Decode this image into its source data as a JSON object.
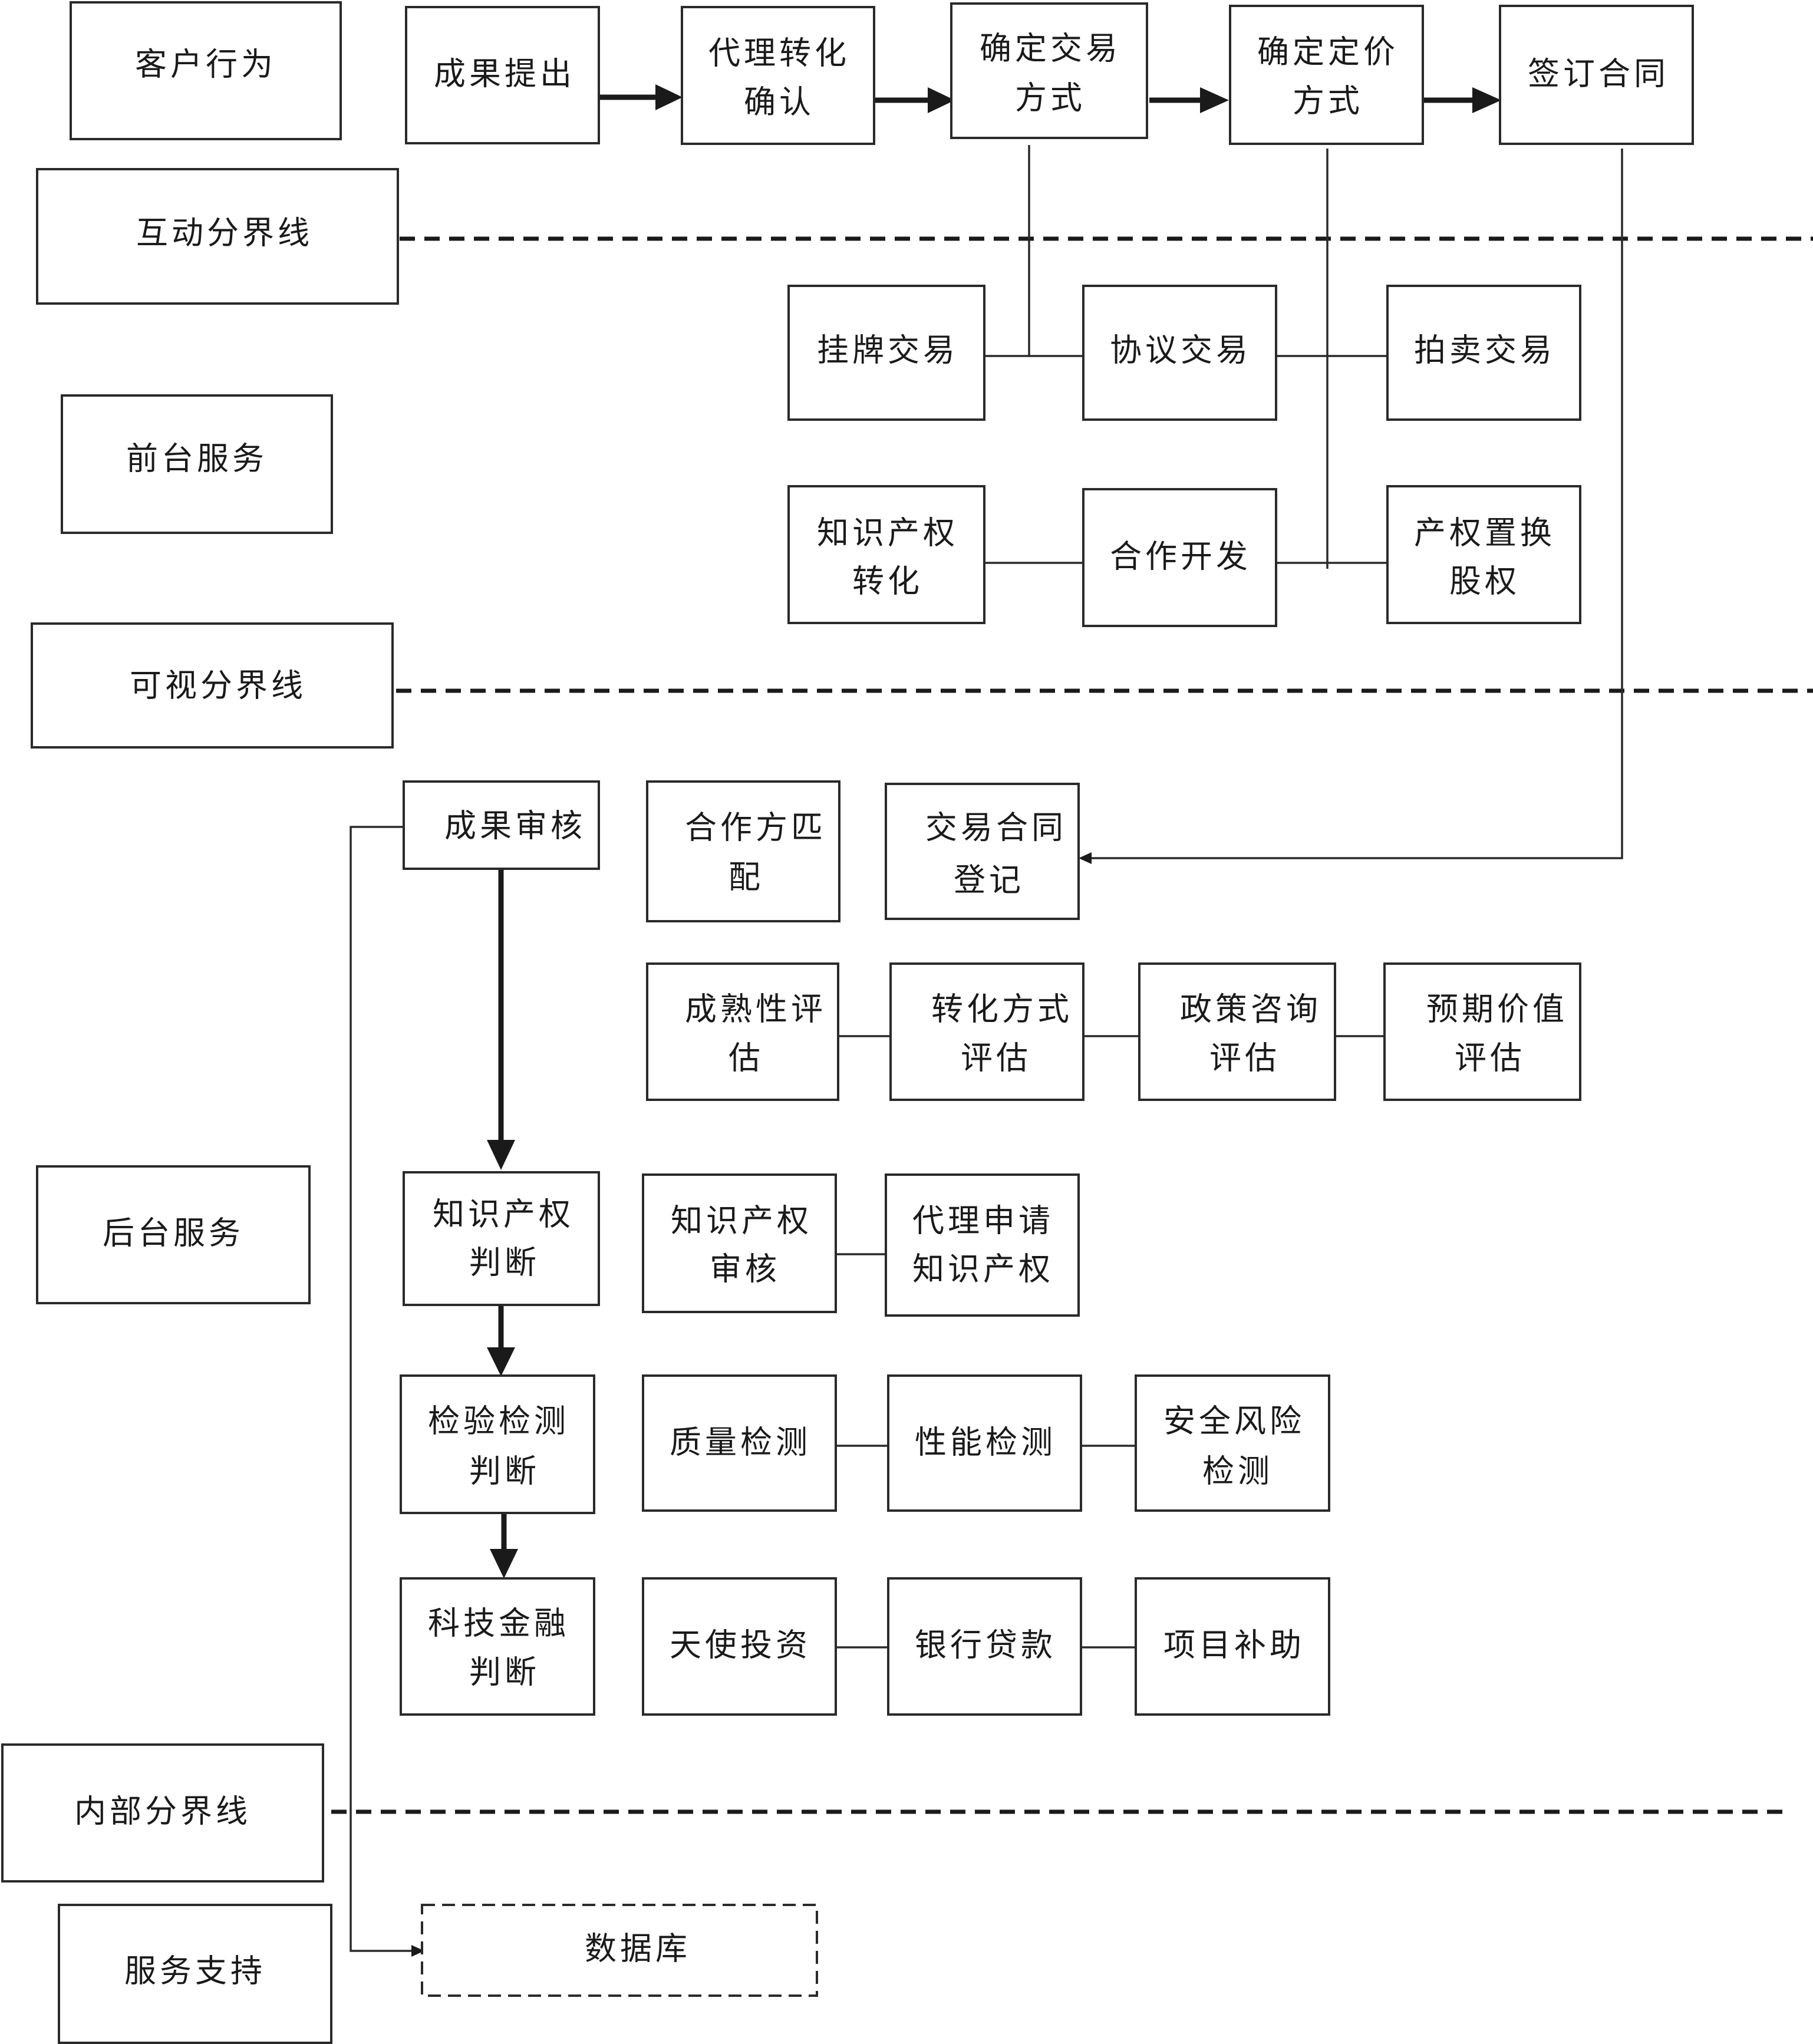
{
  "lanes": {
    "customer": "客户行为",
    "interaction_line": "互动分界线",
    "front": "前台服务",
    "visible_line": "可视分界线",
    "back": "后台服务",
    "internal_line": "内部分界线",
    "support": "服务支持"
  },
  "customer_flow": {
    "submit": "成果提出",
    "agency_confirm": [
      "代理转化",
      "确认"
    ],
    "trade_mode": [
      "确定交易",
      "方式"
    ],
    "pricing_mode": [
      "确定定价",
      "方式"
    ],
    "sign_contract": "签订合同"
  },
  "front_service": {
    "listing_trade": "挂牌交易",
    "agreement_trade": "协议交易",
    "auction_trade": "拍卖交易",
    "ip_transform": [
      "知识产权",
      "转化"
    ],
    "cooperative_dev": "合作开发",
    "equity_swap": [
      "产权置换",
      "股权"
    ]
  },
  "back_service": {
    "result_review": "成果审核",
    "partner_match": [
      "合作方匹",
      "配"
    ],
    "contract_register": [
      "交易合同",
      "登记"
    ],
    "maturity_eval": [
      "成熟性评",
      "估"
    ],
    "transform_eval": [
      "转化方式",
      "评估"
    ],
    "policy_consult": [
      "政策咨询",
      "评估"
    ],
    "value_eval": [
      "预期价值",
      "评估"
    ],
    "ip_judge": [
      "知识产权",
      "判断"
    ],
    "ip_review": [
      "知识产权",
      "审核"
    ],
    "ip_apply": [
      "代理申请",
      "知识产权"
    ],
    "inspect_judge": [
      "检验检测",
      "判断"
    ],
    "quality_test": "质量检测",
    "performance_test": "性能检测",
    "safety_test": [
      "安全风险",
      "检测"
    ],
    "fintech_judge": [
      "科技金融",
      "判断"
    ],
    "angel_invest": "天使投资",
    "bank_loan": "银行贷款",
    "project_subsidy": "项目补助"
  },
  "support": {
    "database": "数据库"
  }
}
